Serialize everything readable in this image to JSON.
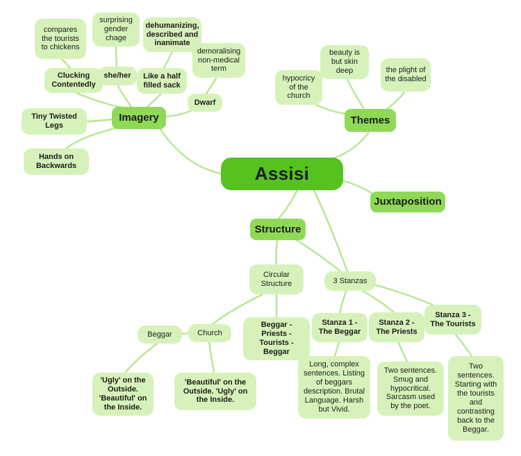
{
  "colors": {
    "central_node": "#56c220",
    "branch_node": "#8fd957",
    "leaf_node": "#d6f2ba",
    "connector": "#b9e593",
    "text": "#1c1c1c",
    "background": "#ffffff"
  },
  "central": {
    "label": "Assisi"
  },
  "imagery": {
    "label": "Imagery",
    "compares": "compares the tourists to chickens",
    "surprising": "surprising gender chage",
    "dehumanizing": "dehumanizing, described and inanimate",
    "demoralising": "demoralising non-medical term",
    "clucking": "Clucking Contentedly",
    "she_her": "she/her",
    "half_sack": "Like a half filled sack",
    "dwarf": "Dwarf",
    "tiny_twisted": "Tiny Twisted Legs",
    "hands_backwards": "Hands on Backwards"
  },
  "themes": {
    "label": "Themes",
    "hypocricy": "hypocricy of the church",
    "beauty": "beauty is but skin deep",
    "plight": "the plight of the disabled"
  },
  "juxtaposition": {
    "label": "Juxtaposition"
  },
  "structure": {
    "label": "Structure",
    "circular": "Circular Structure",
    "church": "Church",
    "beggar": "Beggar",
    "cycle": "Beggar - Priests - Tourists - Beggar",
    "ugly_outside": "'Ugly' on the Outside. 'Beautiful' on the Inside.",
    "beautiful_outside": "'Beautiful' on the Outside. 'Ugly' on the Inside.",
    "stanzas": "3 Stanzas",
    "stanza1": "Stanza 1 - The Beggar",
    "stanza1_detail": "Long, complex sentences. Listing of beggars description. Brutal Language. Harsh but Vivid.",
    "stanza2": "Stanza 2 - The Priests",
    "stanza2_detail": "Two sentences. Smug and hypocritical. Sarcasm used by the poet.",
    "stanza3": "Stanza 3 - The Tourists",
    "stanza3_detail": "Two sentences. Starting with the tourists and contrasting back to the Beggar."
  }
}
